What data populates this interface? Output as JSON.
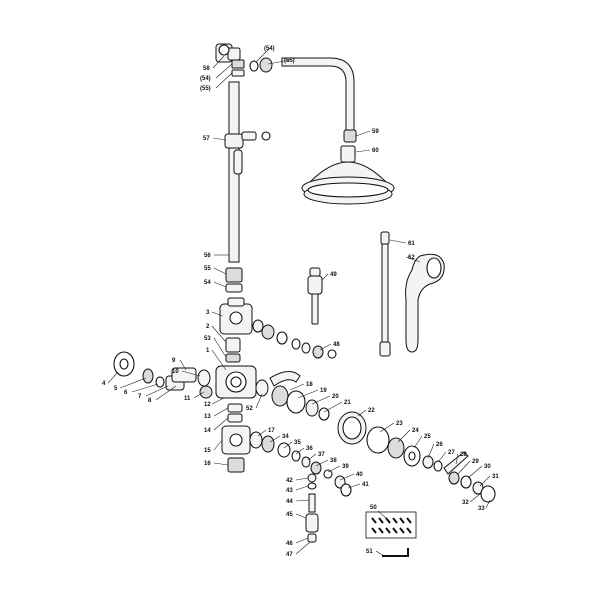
{
  "diagram": {
    "labels": {
      "p1": "1",
      "p2": "2",
      "p3": "3",
      "p4": "4",
      "p5": "5",
      "p6": "6",
      "p7": "7",
      "p8": "8",
      "p9": "9",
      "p10": "10",
      "p11": "11",
      "p12": "12",
      "p13": "13",
      "p14": "14",
      "p15": "15",
      "p16": "16",
      "p17": "17",
      "p18": "18",
      "p19": "19",
      "p20": "20",
      "p21": "21",
      "p22": "22",
      "p23": "23",
      "p24": "24",
      "p25": "25",
      "p26": "26",
      "p27": "27",
      "p28": "28",
      "p29": "29",
      "p30": "30",
      "p31": "31",
      "p32": "32",
      "p33": "33",
      "p34": "34",
      "p35": "35",
      "p36": "36",
      "p37": "37",
      "p38": "38",
      "p39": "39",
      "p40": "40",
      "p41": "41",
      "p42": "42",
      "p43": "43",
      "p44": "44",
      "p45": "45",
      "p46": "46",
      "p47": "47",
      "p48": "48",
      "p49": "49",
      "p50": "50",
      "p51": "51",
      "p52": "52",
      "p53": "53",
      "p54": "54",
      "p55": "55",
      "p56": "56",
      "p57": "57",
      "p58": "58",
      "p59": "59",
      "p60": "60",
      "p61": "61",
      "p62": "62",
      "p54a": "(54)",
      "p55a": "(55)",
      "p54b": "(54)",
      "p55b": "(55)"
    }
  }
}
